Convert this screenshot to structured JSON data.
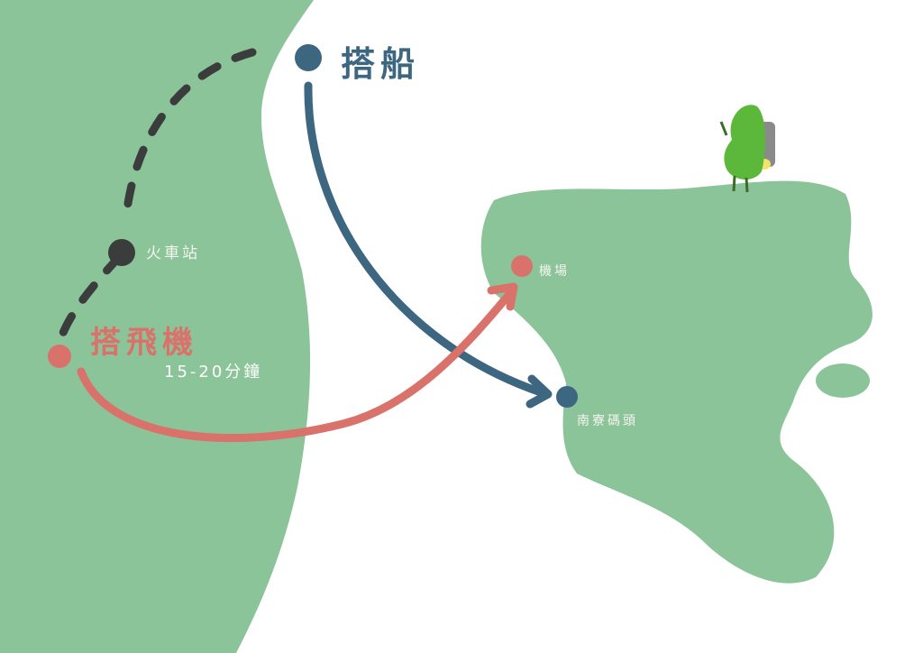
{
  "labels": {
    "boat": "搭船",
    "train_station": "火車站",
    "plane": "搭飛機",
    "duration": "15-20分鐘",
    "airport": "機場",
    "harbor": "南寮碼頭"
  },
  "colors": {
    "land": "#8cc49a",
    "plane_route": "#d9726a",
    "boat_route": "#3d6681",
    "train_route": "#3b3d3c",
    "character": "#5cb83a"
  }
}
